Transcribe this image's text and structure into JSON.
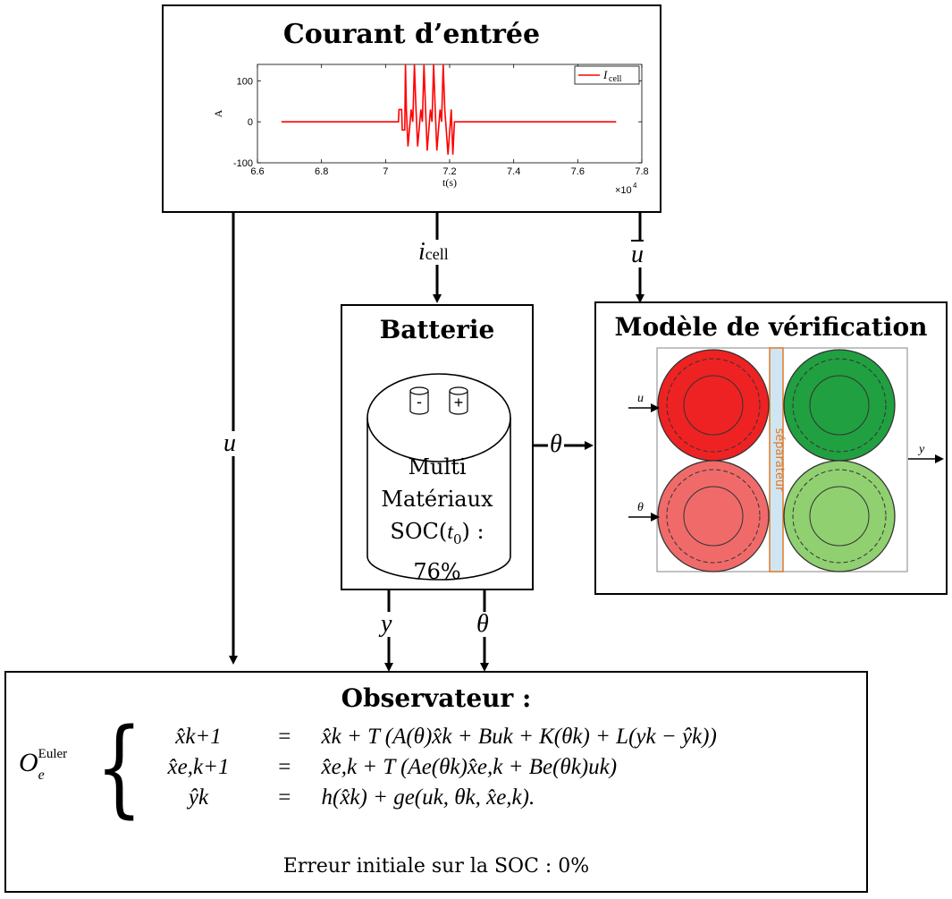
{
  "input_box": {
    "title": "Courant d’entrée",
    "chart": {
      "y_unit": "A",
      "x_label": "t(s)",
      "x_multiplier": "×10",
      "x_multiplier_exp": "4",
      "legend_label": "I",
      "legend_sub": "cell",
      "series_color": "#ff0000"
    }
  },
  "chart_data": {
    "type": "line",
    "title": "",
    "xlabel": "t(s)",
    "ylabel": "A",
    "xlim": [
      6.6,
      7.8
    ],
    "ylim": [
      -100,
      140
    ],
    "x_ticks": [
      "6.6",
      "6.8",
      "7",
      "7.2",
      "7.4",
      "7.6",
      "7.8"
    ],
    "y_ticks": [
      "100",
      "0",
      "-100"
    ],
    "x_scale_factor": "×10^4",
    "legend_placement": "top-right",
    "grid": false,
    "series": [
      {
        "name": "I_cell",
        "color": "#ff0000",
        "points": [
          [
            6.675,
            0
          ],
          [
            7.04,
            0
          ],
          [
            7.042,
            30
          ],
          [
            7.05,
            30
          ],
          [
            7.052,
            -20
          ],
          [
            7.06,
            -20
          ],
          [
            7.062,
            140
          ],
          [
            7.065,
            30
          ],
          [
            7.07,
            -60
          ],
          [
            7.08,
            30
          ],
          [
            7.085,
            0
          ],
          [
            7.09,
            140
          ],
          [
            7.095,
            30
          ],
          [
            7.1,
            -60
          ],
          [
            7.11,
            30
          ],
          [
            7.115,
            0
          ],
          [
            7.12,
            140
          ],
          [
            7.125,
            30
          ],
          [
            7.13,
            -70
          ],
          [
            7.14,
            30
          ],
          [
            7.145,
            0
          ],
          [
            7.15,
            140
          ],
          [
            7.155,
            30
          ],
          [
            7.16,
            -70
          ],
          [
            7.17,
            30
          ],
          [
            7.175,
            0
          ],
          [
            7.18,
            140
          ],
          [
            7.185,
            30
          ],
          [
            7.195,
            -80
          ],
          [
            7.205,
            30
          ],
          [
            7.21,
            -80
          ],
          [
            7.215,
            0
          ],
          [
            7.72,
            0
          ]
        ]
      }
    ]
  },
  "battery": {
    "title": "Batterie",
    "minus_sign": "-",
    "plus_sign": "+",
    "text_line1": "Multi",
    "text_line2": "Matériaux",
    "soc_prefix": "SOC(",
    "soc_var": "t",
    "soc_sub": "0",
    "soc_suffix": ") :",
    "soc_value": "76%"
  },
  "verification": {
    "title": "Modèle de vérification",
    "u_label": "u",
    "theta_label": "θ",
    "y_label": "y",
    "separator_label": "séparateur",
    "colors": {
      "dark_red": "#ee2222",
      "light_red": "#f06a6a",
      "dark_green": "#20a040",
      "light_green": "#90d070",
      "separator": "#cfe6f2",
      "separator_text": "#e07a2a"
    }
  },
  "arrows": {
    "i_cell": "i",
    "i_cell_sub": "cell",
    "u_bar": "u",
    "u_left": "u",
    "theta_right": "θ",
    "y_down": "y",
    "theta_down": "θ"
  },
  "observer": {
    "title": "Observateur :",
    "operator": "O",
    "operator_sub": "e",
    "operator_sup": "Euler",
    "eq1_lhs": "x̂k+1",
    "eq1_rhs": "x̂k + T (A(θ)x̂k + Buk + K(θk) + L(yk − ŷk))",
    "eq2_lhs": "x̂e,k+1",
    "eq2_rhs": "x̂e,k + T (Ae(θk)x̂e,k + Be(θk)uk)",
    "eq3_lhs": "ŷk",
    "eq3_rhs": "h(x̂k) + ge(uk, θk, x̂e,k).",
    "equals": "=",
    "footer": "Erreur initiale sur la SOC : 0%"
  }
}
